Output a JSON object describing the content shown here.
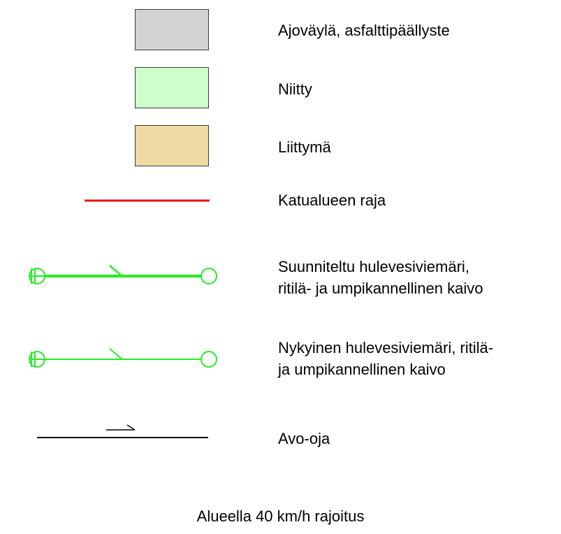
{
  "legend": {
    "items": [
      {
        "id": "road",
        "label": "Ajoväylä, asfalttipäällyste",
        "symbol": "swatch",
        "fill": "#d3d3d3"
      },
      {
        "id": "meadow",
        "label": "Niitty",
        "symbol": "swatch",
        "fill": "#ccffcc"
      },
      {
        "id": "junction",
        "label": "Liittymä",
        "symbol": "swatch",
        "fill": "#eedba3"
      },
      {
        "id": "street-boundary",
        "label": "Katualueen raja",
        "symbol": "red-line",
        "color": "#ee1111"
      },
      {
        "id": "planned-storm-sewer",
        "label_lines": [
          "Suunniteltu hulevesiviemäri,",
          "ritilä- ja umpikannellinen kaivo"
        ],
        "symbol": "thick-green-sewer-line",
        "color": "#22ee22"
      },
      {
        "id": "existing-storm-sewer",
        "label_lines": [
          "Nykyinen hulevesiviemäri, ritilä-",
          "ja umpikannellinen kaivo"
        ],
        "symbol": "thin-green-sewer-line",
        "color": "#22ee22"
      },
      {
        "id": "open-ditch",
        "label": "Avo-oja",
        "symbol": "black-line-with-arrow",
        "color": "#000000"
      }
    ]
  },
  "note": "Alueella 40 km/h rajoitus"
}
